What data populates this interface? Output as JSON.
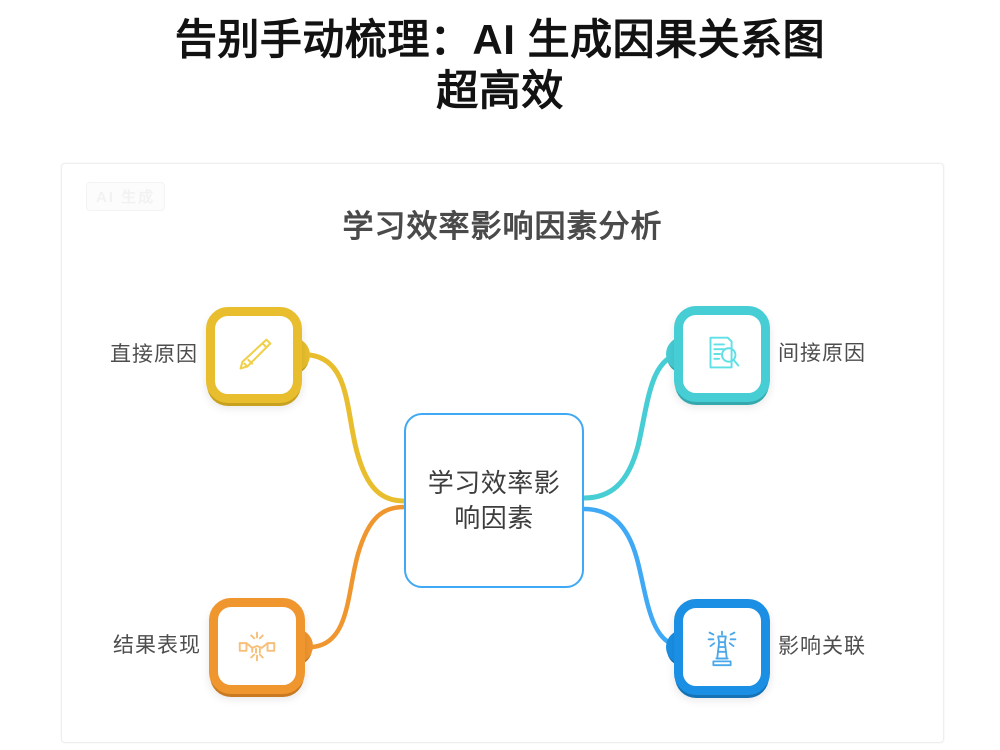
{
  "headline": {
    "line1": "告别手动梳理：AI 生成因果关系图",
    "line2": "超高效"
  },
  "card": {
    "watermark": "AI 生成",
    "diagram_title": "学习效率影响因素分析"
  },
  "diagram": {
    "center": {
      "label": "学习效率影响因素",
      "color": "#3fa9f5"
    },
    "nodes": [
      {
        "id": "direct",
        "label": "直接原因",
        "icon": "pencil-icon",
        "color": "#e8be2e",
        "shadow": "#c8a21f",
        "position": "top-left"
      },
      {
        "id": "indirect",
        "label": "间接原因",
        "icon": "document-search-icon",
        "color": "#47cdd4",
        "shadow": "#35a8ae",
        "position": "top-right"
      },
      {
        "id": "result",
        "label": "结果表现",
        "icon": "handshake-icon",
        "color": "#f0962f",
        "shadow": "#c97a21",
        "position": "bottom-left"
      },
      {
        "id": "impact",
        "label": "影响关联",
        "icon": "lighthouse-icon",
        "color": "#1a8fe3",
        "shadow": "#1472b5",
        "position": "bottom-right"
      }
    ],
    "edges": [
      {
        "from": "direct",
        "to": "center",
        "color": "#e8be2e"
      },
      {
        "from": "indirect",
        "to": "center",
        "color": "#47cdd4"
      },
      {
        "from": "result",
        "to": "center",
        "color": "#f0962f"
      },
      {
        "from": "impact",
        "to": "center",
        "color": "#3fa9f5"
      }
    ]
  }
}
